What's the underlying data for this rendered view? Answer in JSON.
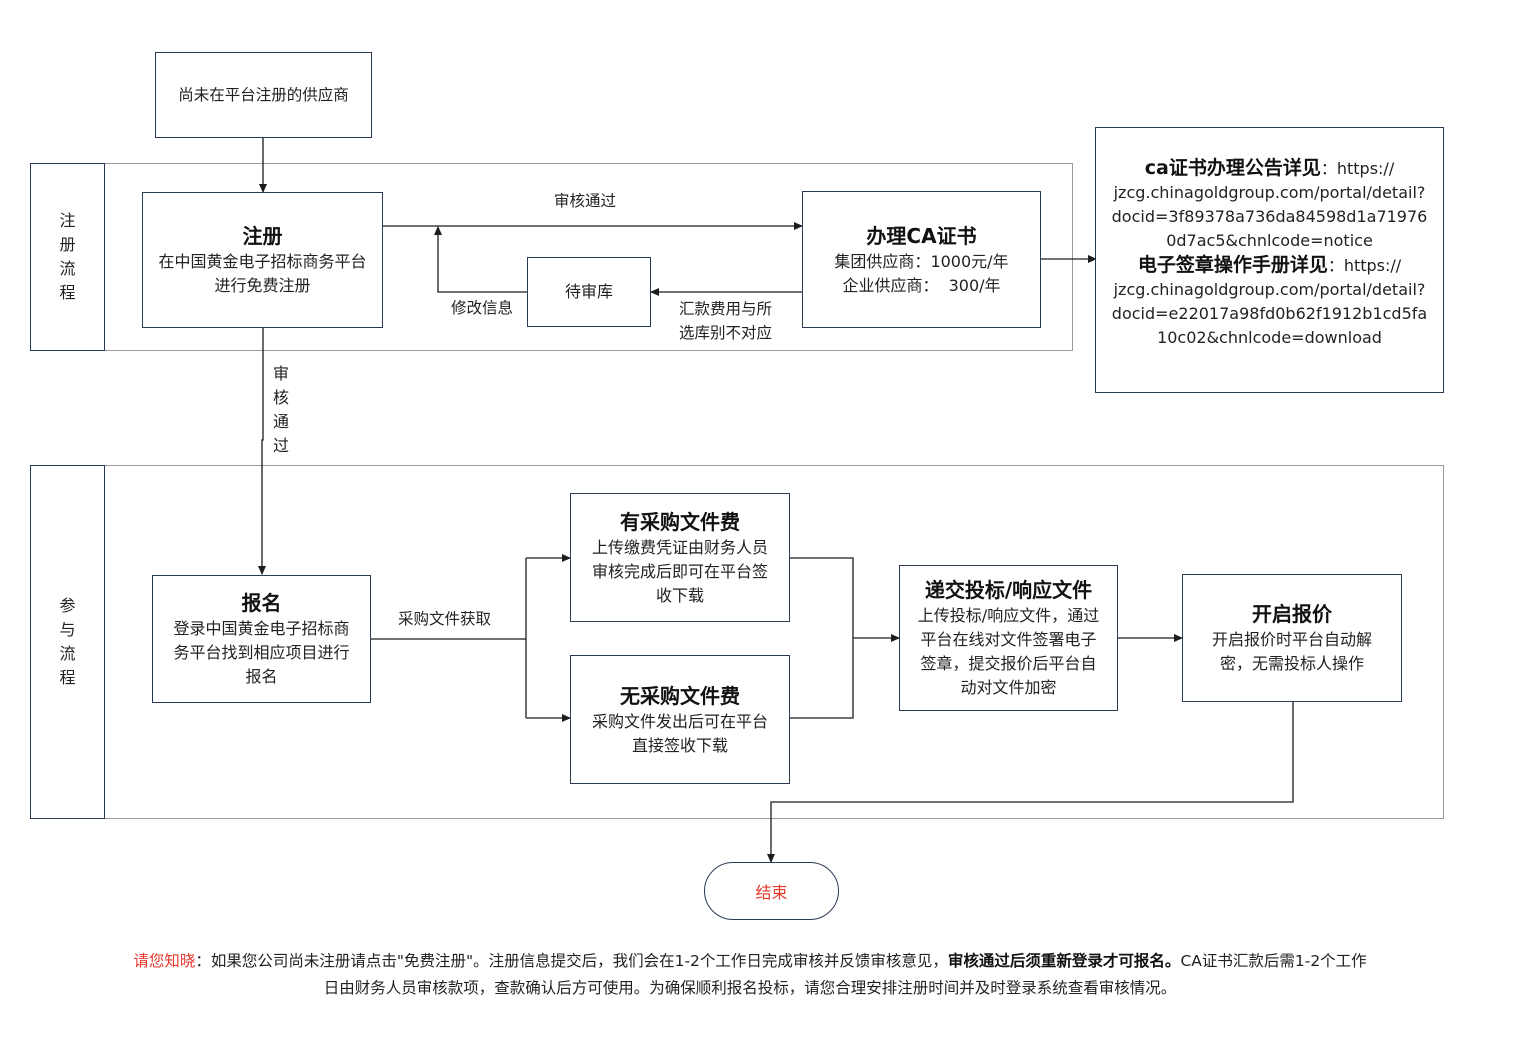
{
  "unregistered": "尚未在平台注册的供应商",
  "lanes": {
    "registration": "注册流程",
    "participation": "参与流程"
  },
  "register": {
    "title": "注册",
    "line1": "在中国黄金电子招标商务平台",
    "line2": "进行免费注册"
  },
  "ca_cert": {
    "title": "办理CA证书",
    "group_label": "集团供应商：",
    "group_price": "1000元/年",
    "enterprise_label": "企业供应商：",
    "enterprise_price": "300/年"
  },
  "pending": "待审库",
  "labels": {
    "approved_top": "审核通过",
    "modify_info": "修改信息",
    "mismatch_line1": "汇款费用与所",
    "mismatch_line2": "选库别不对应",
    "approved_vertical": "审核通过",
    "obtain_docs": "采购文件获取"
  },
  "ca_info": {
    "notice_title": "ca证书办理公告详见",
    "notice_url_1": "：https://",
    "notice_url_2": "jzcg.chinagoldgroup.com/portal/detail?",
    "notice_url_3": "docid=3f89378a736da84598d1a71976",
    "notice_url_4": "0d7ac5&chnlcode=notice",
    "manual_title": "电子签章操作手册详见",
    "manual_url_1": "：https://",
    "manual_url_2": "jzcg.chinagoldgroup.com/portal/detail?",
    "manual_url_3": "docid=e22017a98fd0b62f1912b1cd5fa",
    "manual_url_4": "10c02&chnlcode=download"
  },
  "signup": {
    "title": "报名",
    "line1": "登录中国黄金电子招标商",
    "line2": "务平台找到相应项目进行",
    "line3": "报名"
  },
  "with_fee": {
    "title": "有采购文件费",
    "line1": "上传缴费凭证由财务人员",
    "line2": "审核完成后即可在平台签",
    "line3": "收下载"
  },
  "no_fee": {
    "title": "无采购文件费",
    "line1": "采购文件发出后可在平台",
    "line2": "直接签收下载"
  },
  "submit": {
    "title": "递交投标/响应文件",
    "line1": "上传投标/响应文件，通过",
    "line2": "平台在线对文件签署电子",
    "line3": "签章，提交报价后平台自",
    "line4": "动对文件加密"
  },
  "open_price": {
    "title": "开启报价",
    "line1": "开启报价时平台自动解",
    "line2": "密，无需投标人操作"
  },
  "end": "结束",
  "note": {
    "prefix": "请您知晓",
    "part1": "：如果您公司尚未注册请点击\"免费注册\"。注册信息提交后，我们会在1-2个工作日完成审核并反馈审核意见，",
    "bold": "审核通过后须重新登录才可报名。",
    "part2": "CA证书汇款后需1-2个工作",
    "line2": "日由财务人员审核款项，查款确认后方可使用。为确保顺利报名投标，请您合理安排注册时间并及时登录系统查看审核情况。"
  },
  "colors": {
    "border": "#2b3a55",
    "lane_border": "#9a9a9a",
    "accent_red": "#e8372b"
  }
}
